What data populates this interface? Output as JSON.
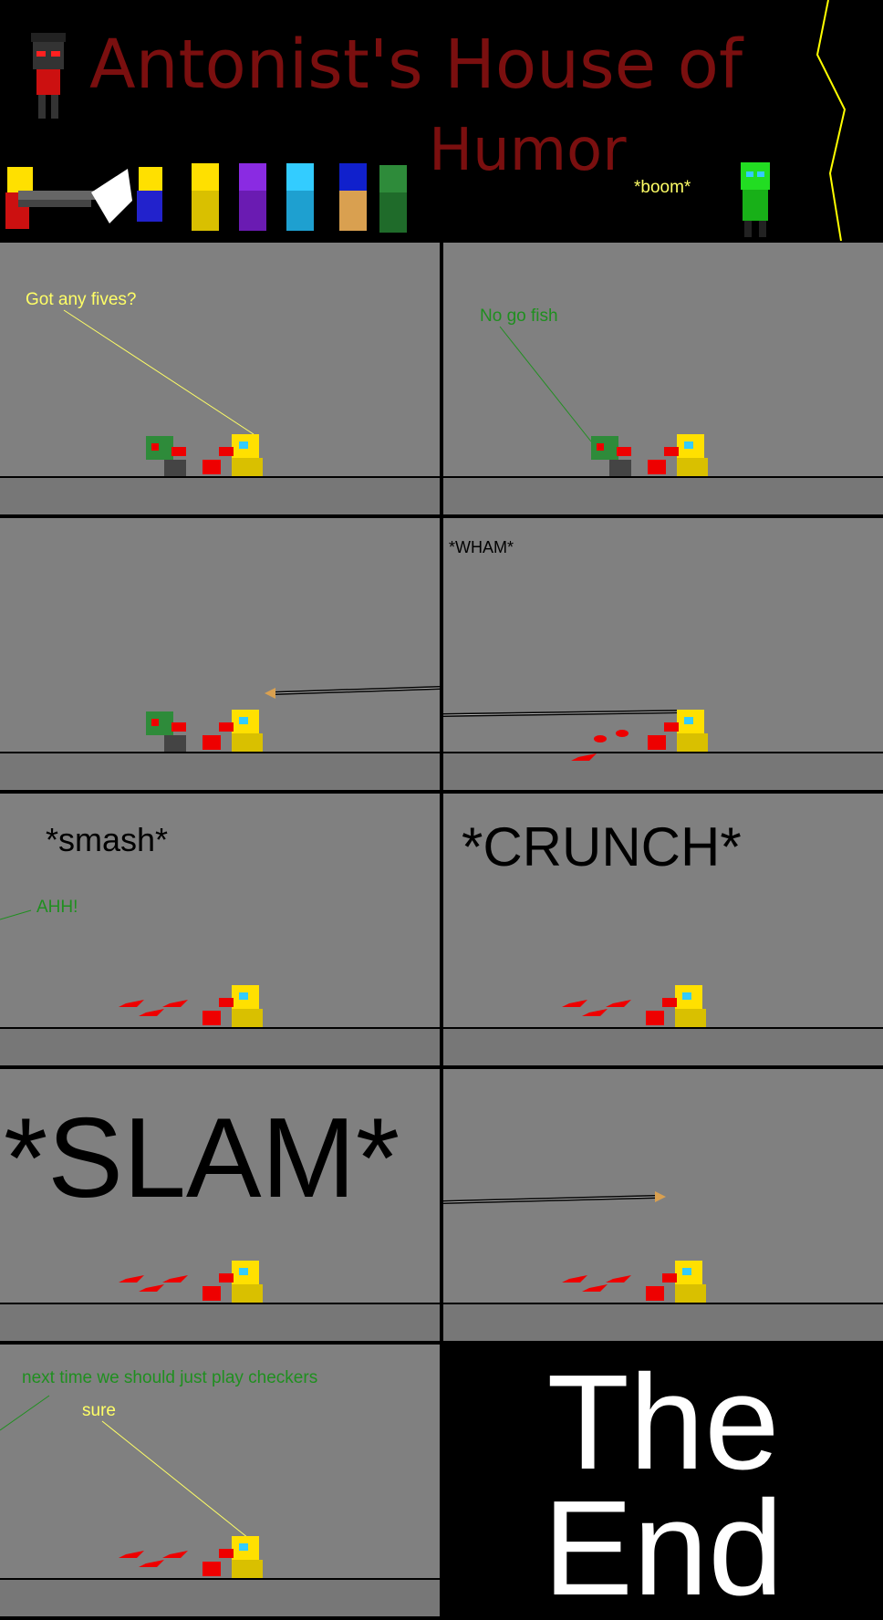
{
  "header": {
    "title_line1": "Antonist's House of",
    "title_line2": "Humor",
    "boom_text": "*boom*"
  },
  "panels": {
    "p1": {
      "speech": "Got any fives?"
    },
    "p2": {
      "speech": "No go fish"
    },
    "p4": {
      "sfx": "*WHAM*"
    },
    "p5": {
      "sfx": "*smash*",
      "speech": "AHH!"
    },
    "p6": {
      "sfx": "*CRUNCH*"
    },
    "p7": {
      "sfx": "*SLAM*"
    },
    "p9": {
      "speech1": "next time we should just play checkers",
      "speech2": "sure"
    },
    "p10": {
      "line1": "The",
      "line2": "End"
    }
  },
  "colors": {
    "title": "#7a0f0f",
    "panel_bg": "#808080",
    "yellow_text": "#ffff66",
    "green_text": "#1f8f1f",
    "card_red": "#e00000"
  }
}
